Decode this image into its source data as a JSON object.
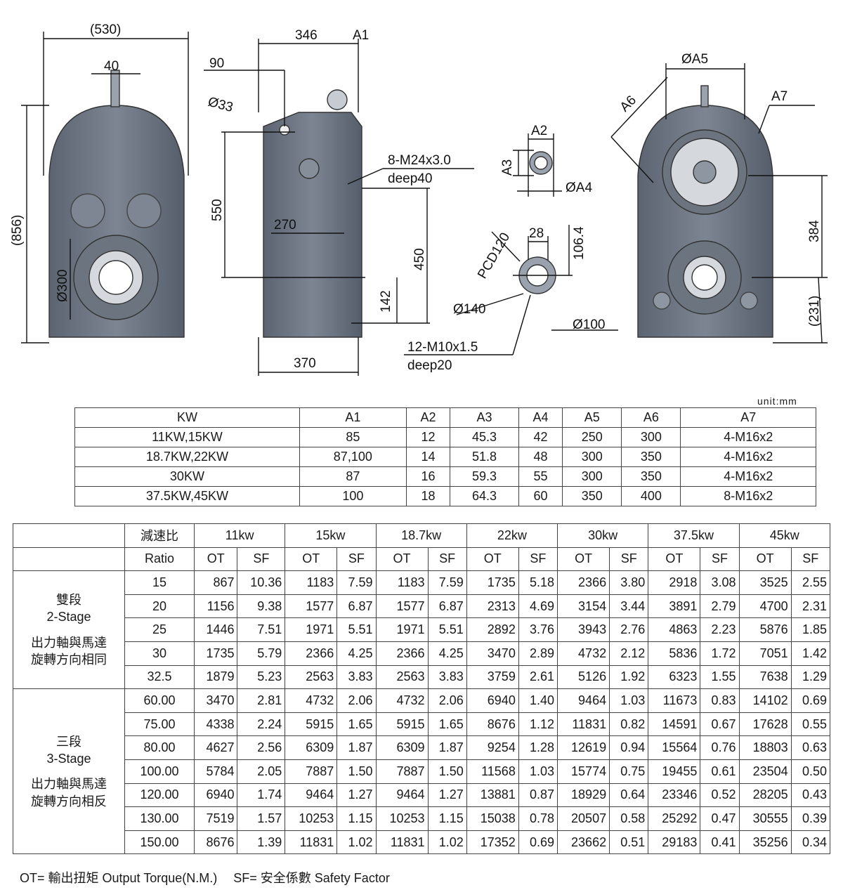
{
  "drawing": {
    "front_view": {
      "width": "(530)",
      "height": "(856)",
      "lifting_eye": "40",
      "output_bore": "Ø300"
    },
    "side_view": {
      "top_width": "346",
      "top_a1": "A1",
      "offset_90": "90",
      "bore_33": "Ø33",
      "h550": "550",
      "w270": "270",
      "h450": "450",
      "h142": "142",
      "bottom_width": "370",
      "tap_spec_1": "8-M24x3.0",
      "tap_spec_2": "deep40"
    },
    "key_detail": {
      "a2": "A2",
      "a3": "A3",
      "a4": "ØA4"
    },
    "shaft_detail": {
      "pcd": "PCD120",
      "key28": "28",
      "h106": "106.4",
      "d140": "Ø140",
      "d100": "Ø100",
      "tap_spec_1": "12-M10x1.5",
      "tap_spec_2": "deep20"
    },
    "rear_view": {
      "a5": "ØA5",
      "a6": "A6",
      "a7": "A7",
      "h384": "384",
      "h231": "(231)"
    }
  },
  "unit_label": "unit:mm",
  "dim_table": {
    "headers": [
      "KW",
      "A1",
      "A2",
      "A3",
      "A4",
      "A5",
      "A6",
      "A7"
    ],
    "rows": [
      [
        "11KW,15KW",
        "85",
        "12",
        "45.3",
        "42",
        "250",
        "300",
        "4-M16x2"
      ],
      [
        "18.7KW,22KW",
        "87,100",
        "14",
        "51.8",
        "48",
        "300",
        "350",
        "4-M16x2"
      ],
      [
        "30KW",
        "87",
        "16",
        "59.3",
        "55",
        "300",
        "350",
        "4-M16x2"
      ],
      [
        "37.5KW,45KW",
        "100",
        "18",
        "64.3",
        "60",
        "350",
        "400",
        "8-M16x2"
      ]
    ]
  },
  "perf_table": {
    "ratio_label_cn": "減速比",
    "ratio_label_en": "Ratio",
    "powers": [
      "11kw",
      "15kw",
      "18.7kw",
      "22kw",
      "30kw",
      "37.5kw",
      "45kw"
    ],
    "ot": "OT",
    "sf": "SF",
    "groups": [
      {
        "label_cn": "雙段",
        "label_en": "2-Stage",
        "note_1": "出力軸與馬達",
        "note_2": "旋轉方向相同",
        "rows": [
          [
            "15",
            "867",
            "10.36",
            "1183",
            "7.59",
            "1183",
            "7.59",
            "1735",
            "5.18",
            "2366",
            "3.80",
            "2918",
            "3.08",
            "3525",
            "2.55"
          ],
          [
            "20",
            "1156",
            "9.38",
            "1577",
            "6.87",
            "1577",
            "6.87",
            "2313",
            "4.69",
            "3154",
            "3.44",
            "3891",
            "2.79",
            "4700",
            "2.31"
          ],
          [
            "25",
            "1446",
            "7.51",
            "1971",
            "5.51",
            "1971",
            "5.51",
            "2892",
            "3.76",
            "3943",
            "2.76",
            "4863",
            "2.23",
            "5876",
            "1.85"
          ],
          [
            "30",
            "1735",
            "5.79",
            "2366",
            "4.25",
            "2366",
            "4.25",
            "3470",
            "2.89",
            "4732",
            "2.12",
            "5836",
            "1.72",
            "7051",
            "1.42"
          ],
          [
            "32.5",
            "1879",
            "5.23",
            "2563",
            "3.83",
            "2563",
            "3.83",
            "3759",
            "2.61",
            "5126",
            "1.92",
            "6323",
            "1.55",
            "7638",
            "1.29"
          ]
        ]
      },
      {
        "label_cn": "三段",
        "label_en": "3-Stage",
        "note_1": "出力軸與馬達",
        "note_2": "旋轉方向相反",
        "rows": [
          [
            "60.00",
            "3470",
            "2.81",
            "4732",
            "2.06",
            "4732",
            "2.06",
            "6940",
            "1.40",
            "9464",
            "1.03",
            "11673",
            "0.83",
            "14102",
            "0.69"
          ],
          [
            "75.00",
            "4338",
            "2.24",
            "5915",
            "1.65",
            "5915",
            "1.65",
            "8676",
            "1.12",
            "11831",
            "0.82",
            "14591",
            "0.67",
            "17628",
            "0.55"
          ],
          [
            "80.00",
            "4627",
            "2.56",
            "6309",
            "1.87",
            "6309",
            "1.87",
            "9254",
            "1.28",
            "12619",
            "0.94",
            "15564",
            "0.76",
            "18803",
            "0.63"
          ],
          [
            "100.00",
            "5784",
            "2.05",
            "7887",
            "1.50",
            "7887",
            "1.50",
            "11568",
            "1.03",
            "15774",
            "0.75",
            "19455",
            "0.61",
            "23504",
            "0.50"
          ],
          [
            "120.00",
            "6940",
            "1.74",
            "9464",
            "1.27",
            "9464",
            "1.27",
            "13881",
            "0.87",
            "18929",
            "0.64",
            "23346",
            "0.52",
            "28205",
            "0.43"
          ],
          [
            "130.00",
            "7519",
            "1.57",
            "10253",
            "1.15",
            "10253",
            "1.15",
            "15038",
            "0.78",
            "20507",
            "0.58",
            "25292",
            "0.47",
            "30555",
            "0.39"
          ],
          [
            "150.00",
            "8676",
            "1.39",
            "11831",
            "1.02",
            "11831",
            "1.02",
            "17352",
            "0.69",
            "23662",
            "0.51",
            "29183",
            "0.41",
            "35256",
            "0.34"
          ]
        ]
      }
    ]
  },
  "legend": {
    "ot": "OT= 輸出扭矩 Output Torque(N.M.)",
    "sf": "SF= 安全係數 Safety Factor"
  }
}
